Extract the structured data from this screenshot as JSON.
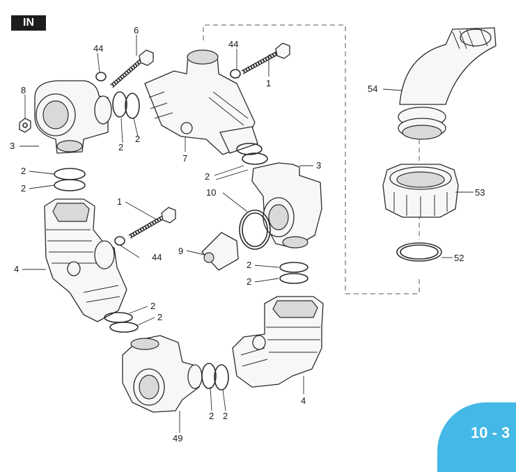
{
  "badge": "IN",
  "page_number": "10 - 3",
  "callouts": {
    "c1a": "1",
    "c1b": "1",
    "c2": "2",
    "c3": "3",
    "c4": "4",
    "c6": "6",
    "c7": "7",
    "c8": "8",
    "c9": "9",
    "c10": "10",
    "c44": "44",
    "c49": "49",
    "c52": "52",
    "c53": "53",
    "c54": "54"
  }
}
